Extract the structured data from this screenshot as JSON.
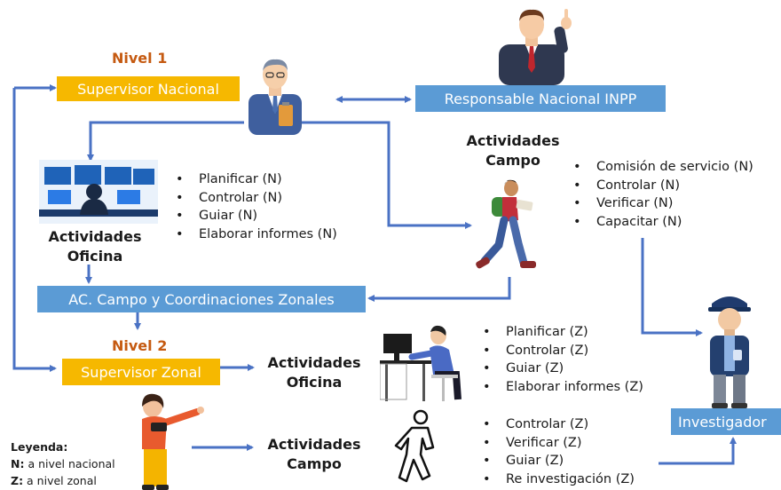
{
  "levels": {
    "n1": "Nivel 1",
    "n2": "Nivel 2"
  },
  "boxes": {
    "supervisor_nacional": "Supervisor Nacional",
    "responsable": "Responsable Nacional INPP",
    "ac_campo": "AC. Campo y Coordinaciones Zonales",
    "supervisor_zonal": "Supervisor Zonal",
    "investigador": "Investigador"
  },
  "labels": {
    "act_oficina_1": [
      "Actividades",
      "Oficina"
    ],
    "act_campo_1": [
      "Actividades",
      "Campo"
    ],
    "act_oficina_2": [
      "Actividades",
      "Oficina"
    ],
    "act_campo_2": [
      "Actividades",
      "Campo"
    ]
  },
  "lists": {
    "oficina_n": [
      "Planificar (N)",
      "Controlar (N)",
      "Guiar (N)",
      "Elaborar informes (N)"
    ],
    "campo_n": [
      "Comisión de servicio (N)",
      "Controlar (N)",
      "Verificar (N)",
      "Capacitar (N)"
    ],
    "oficina_z": [
      "Planificar (Z)",
      "Controlar (Z)",
      "Guiar (Z)",
      "Elaborar informes (Z)"
    ],
    "campo_z": [
      "Controlar (Z)",
      "Verificar (Z)",
      "Guiar (Z)",
      "Re investigación (Z)"
    ]
  },
  "legend": {
    "title": "Leyenda:",
    "n_key": "N:",
    "n_text": " a nivel nacional",
    "z_key": "Z:",
    "z_text": " a nivel zonal"
  },
  "colors": {
    "yellow": "#f6b800",
    "blue": "#5b9bd5",
    "level_text": "#c55a11",
    "arrow": "#4a72c4"
  },
  "icons": [
    "man-with-clipboard-icon",
    "man-pointing-up-icon",
    "control-room-operator-icon",
    "walking-student-icon",
    "security-investigator-icon",
    "person-at-desk-icon",
    "woman-pointing-icon",
    "walking-outline-icon"
  ]
}
